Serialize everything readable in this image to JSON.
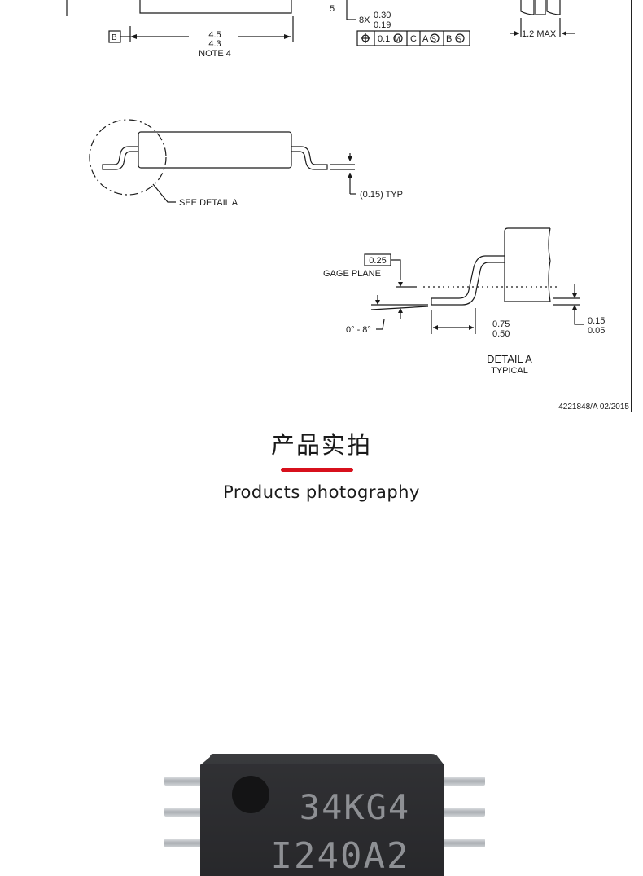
{
  "drawing": {
    "dimensions": {
      "pin_number": "5",
      "lead_count": "8X",
      "lead_width_max": "0.30",
      "lead_width_min": "0.19",
      "tolerance_value": "0.1",
      "tolerance_modifier": "M",
      "datum_c": "C",
      "datum_a": "A",
      "datum_a_modifier": "S",
      "datum_b": "B",
      "datum_b_modifier": "S",
      "max_height": "1.2 MAX",
      "datum_b_label": "B",
      "body_width_max": "4.5",
      "body_width_min": "4.3",
      "body_width_note": "NOTE 4"
    },
    "side_view": {
      "see_detail_label": "SEE DETAIL A",
      "lead_thickness_label": "(0.15) TYP"
    },
    "detail_a": {
      "gage_value": "0.25",
      "gage_plane_label": "GAGE PLANE",
      "angle_label": "0° - 8°",
      "foot_length_max": "0.75",
      "foot_length_min": "0.50",
      "standoff_max": "0.15",
      "standoff_min": "0.05",
      "title": "DETAIL A",
      "subtitle": "TYPICAL"
    },
    "doc_ref": "4221848/A  02/2015"
  },
  "section": {
    "title": "产品实拍",
    "subtitle": "Products photography"
  },
  "photo": {
    "marking_line1": "34KG4",
    "marking_line2": "I240A2"
  },
  "colors": {
    "accent_underline": "#d7101c",
    "chip_body": "#2a2b2d",
    "lead_metal": "#b9bcc0"
  }
}
